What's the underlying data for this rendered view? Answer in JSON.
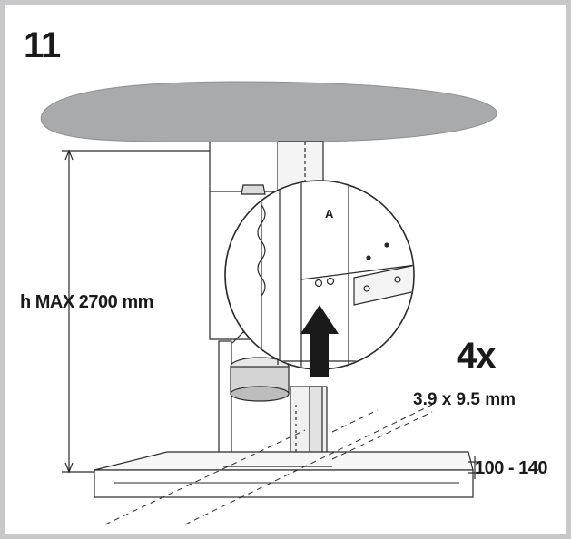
{
  "step_number": "11",
  "labels": {
    "height_max": "h MAX 2700 mm",
    "screw_quantity": "4x",
    "screw_size": "3.9 x 9.5 mm",
    "gap": "100 - 140"
  },
  "detail_letter": "A",
  "colors": {
    "frame": "#c8c8ca",
    "ceiling": "#a9aaac",
    "line": "#2a2a2a",
    "arrow": "#1a1a1a"
  }
}
